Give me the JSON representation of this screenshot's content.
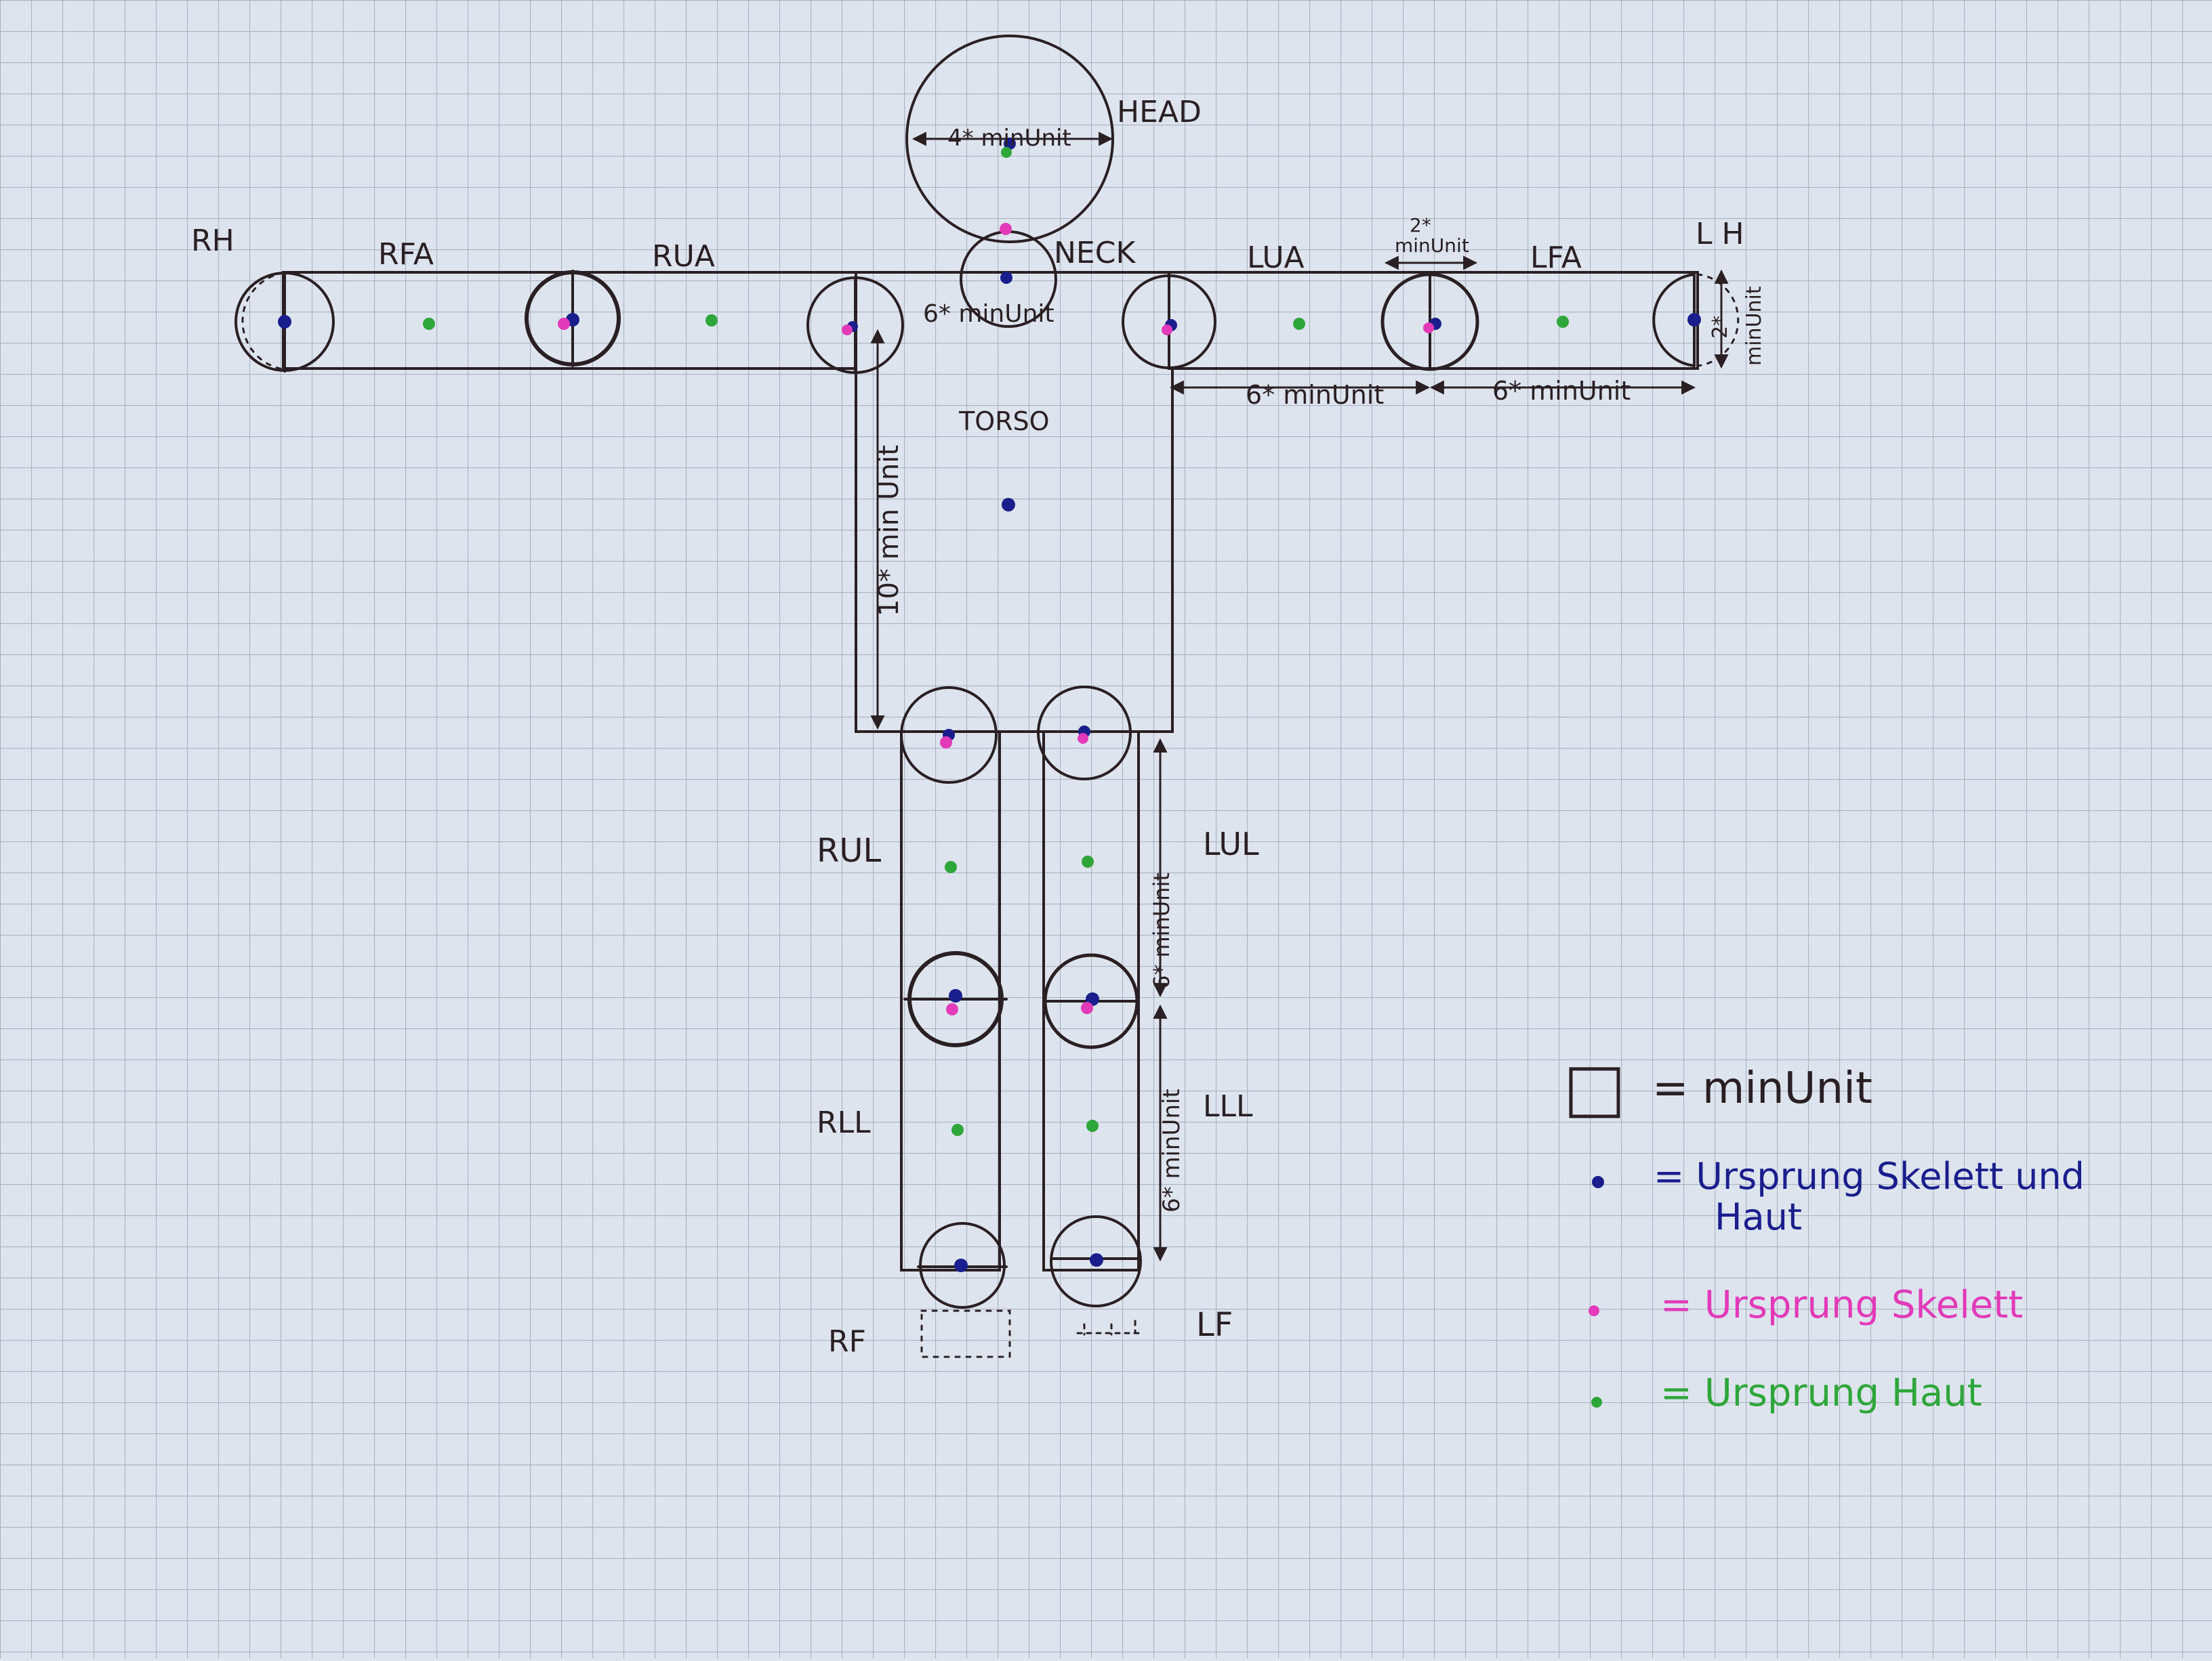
{
  "segments": {
    "rh": "RH",
    "rfa": "RFA",
    "rua": "RUA",
    "neck": "NECK",
    "head": "HEAD",
    "lua": "LUA",
    "lfa": "LFA",
    "lh": "L H",
    "torso": "TORSO",
    "rul": "RUL",
    "lul": "LUL",
    "rll": "RLL",
    "lll": "LLL",
    "rf": "RF",
    "lf": "LF"
  },
  "dimensions": {
    "head_width": "4* minUnit",
    "neck_size": "6* minUnit",
    "elbow_top_1": "2*",
    "elbow_top_2": "minUnit",
    "hand_height_1": "2*",
    "hand_height_2": "minUnit",
    "upper_arm_length": "6* minUnit",
    "forearm_length": "6* minUnit",
    "torso_height": "10* min Unit",
    "upper_leg_length": "6* minUnit",
    "lower_leg_length": "6* minUnit"
  },
  "legend": {
    "square": "= minUnit",
    "blue_1": "= Ursprung Skelett und",
    "blue_2": "Haut",
    "pink": "= Ursprung Skelett",
    "green": "= Ursprung Haut"
  },
  "colors": {
    "ink": "#2a1f22",
    "blue": "#1a1e8c",
    "pink": "#e23ab8",
    "green": "#2fa63a",
    "paper": "#dde4ee",
    "grid": "#aeb6c4"
  }
}
